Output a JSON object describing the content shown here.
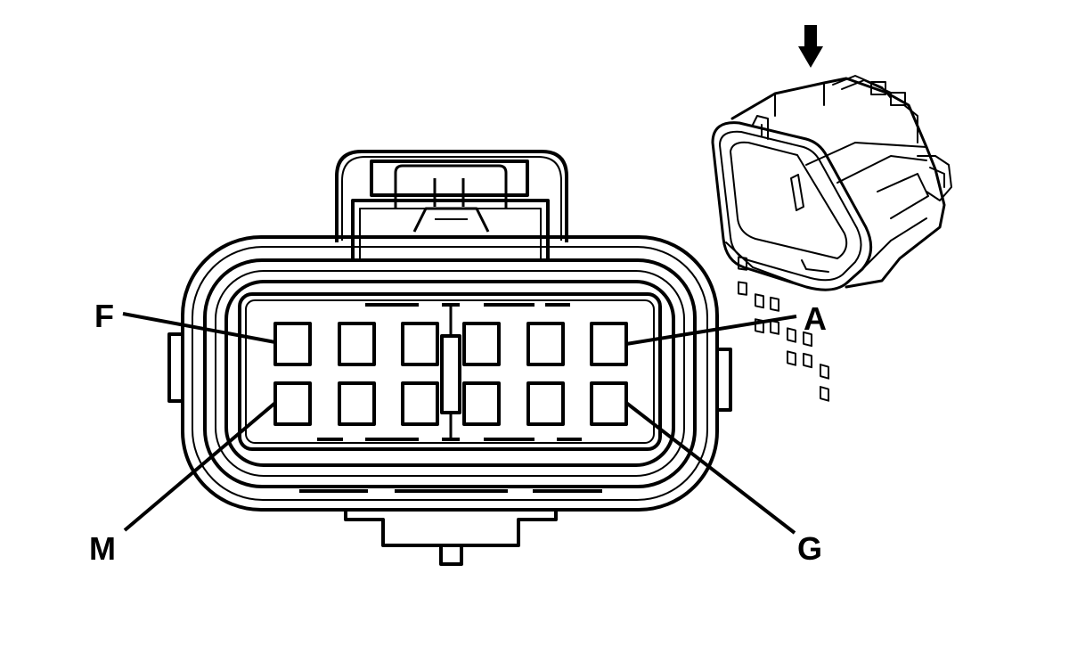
{
  "connector": {
    "pin_labels": {
      "top_right": "A",
      "top_left": "F",
      "bottom_right": "G",
      "bottom_left": "M"
    },
    "cavity_rows": 2,
    "cavities_per_row": 6
  },
  "inset_view": {
    "indicator": "down-arrow-icon"
  },
  "colors": {
    "stroke": "#000000",
    "background": "#ffffff"
  }
}
